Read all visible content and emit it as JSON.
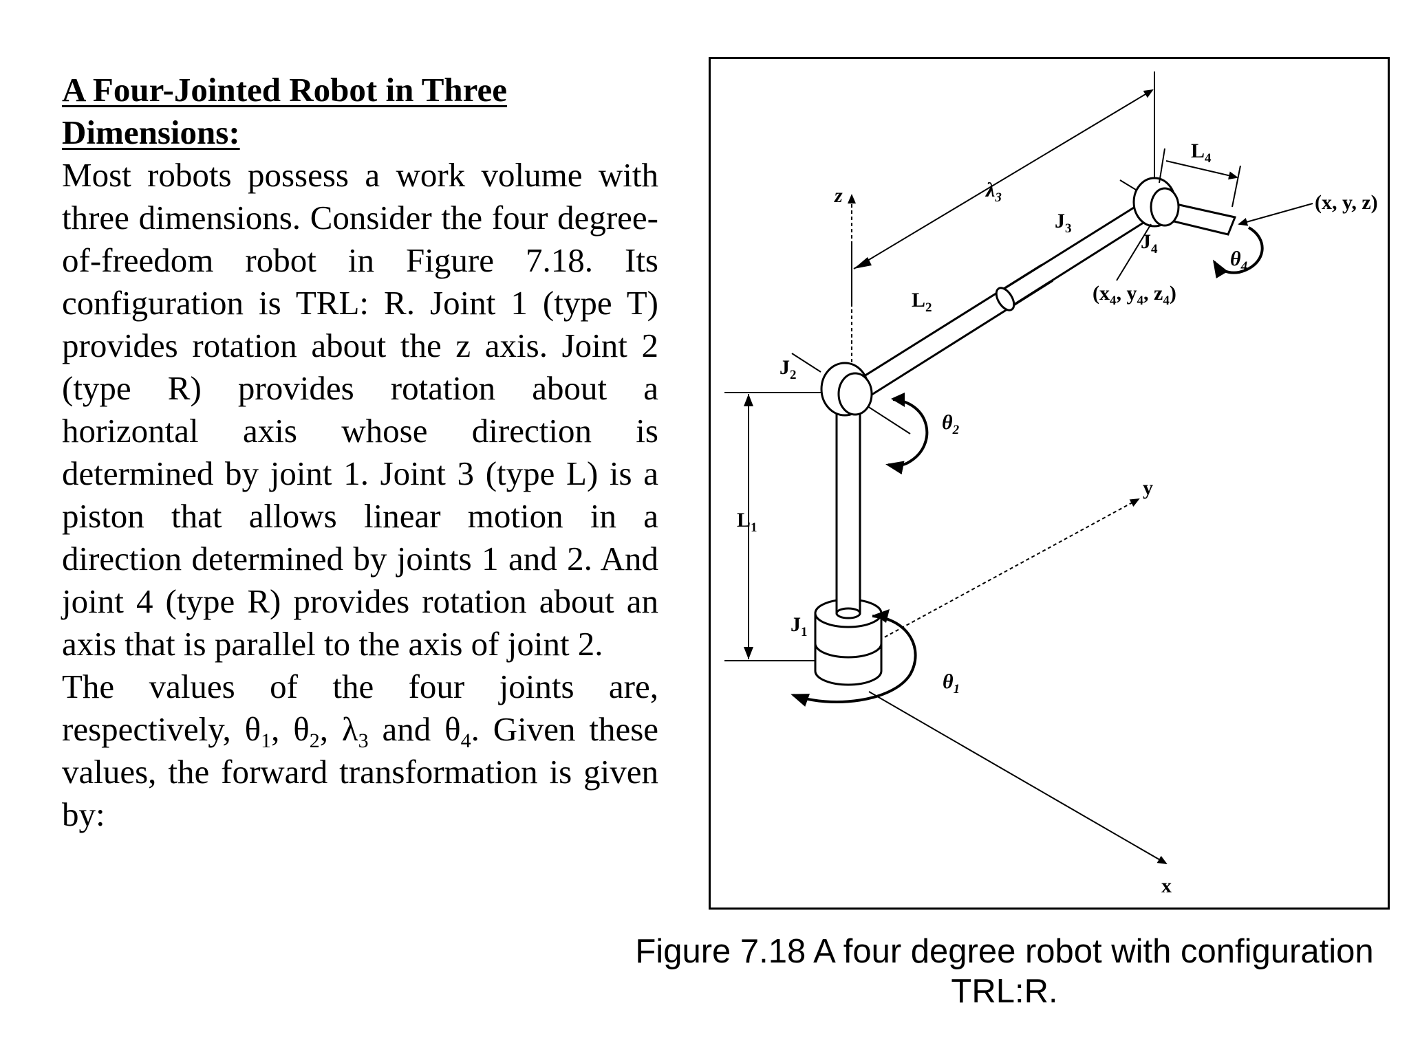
{
  "section": {
    "heading": "A Four-Jointed Robot in Three Dimensions:",
    "paragraph_1": "Most robots possess a work volume with three dimensions. Consider the four degree-of-freedom robot in Figure 7.18. Its configuration is TRL: R. Joint 1 (type T) provides rotation about the z axis. Joint 2 (type R) provides rotation about a horizontal axis whose direction is determined by joint 1. Joint 3 (type L) is a piston that allows linear motion in a direction determined by joints 1 and 2. And joint 4 (type R) provides rotation about an axis that is parallel to the axis of joint 2.",
    "paragraph_2": {
      "lead": "The values of the four joints are, respectively, ",
      "theta": "θ",
      "lambda": "λ",
      "sub_1": "1",
      "sub_2": "2",
      "sub_3": "3",
      "sub_4": "4",
      "sep": ", ",
      "and": " and ",
      "tail": ". Given these values, the forward transformation is given by:"
    }
  },
  "figure": {
    "caption_line1": "Figure 7.18 A four degree robot with configuration",
    "caption_line2": "TRL:R.",
    "labels": {
      "z_axis": "z",
      "y_axis": "y",
      "x_axis": "x",
      "J": "J",
      "L": "L",
      "theta": "θ",
      "lambda": "λ",
      "n1": "1",
      "n2": "2",
      "n3": "3",
      "n4": "4",
      "end_point": "(x, y, z)",
      "x4": "x",
      "y4": "y",
      "z4": "z"
    }
  }
}
